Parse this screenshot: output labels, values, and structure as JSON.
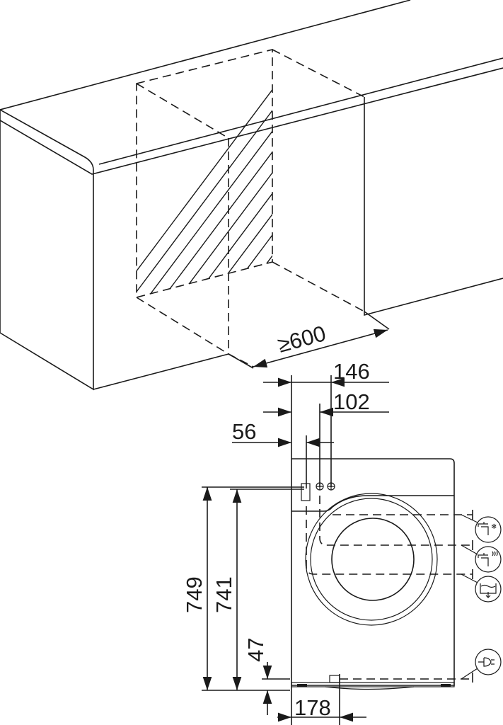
{
  "niche": {
    "width_label": "≥600"
  },
  "connections_top": {
    "dim_146": "146",
    "dim_102": "102",
    "dim_56": "56"
  },
  "heights": {
    "dim_749": "749",
    "dim_741": "741",
    "dim_47": "47"
  },
  "bottom": {
    "dim_178": "178"
  },
  "icons": [
    "cold-water-tap-icon",
    "hot-water-tap-icon",
    "drain-icon",
    "power-plug-icon"
  ]
}
